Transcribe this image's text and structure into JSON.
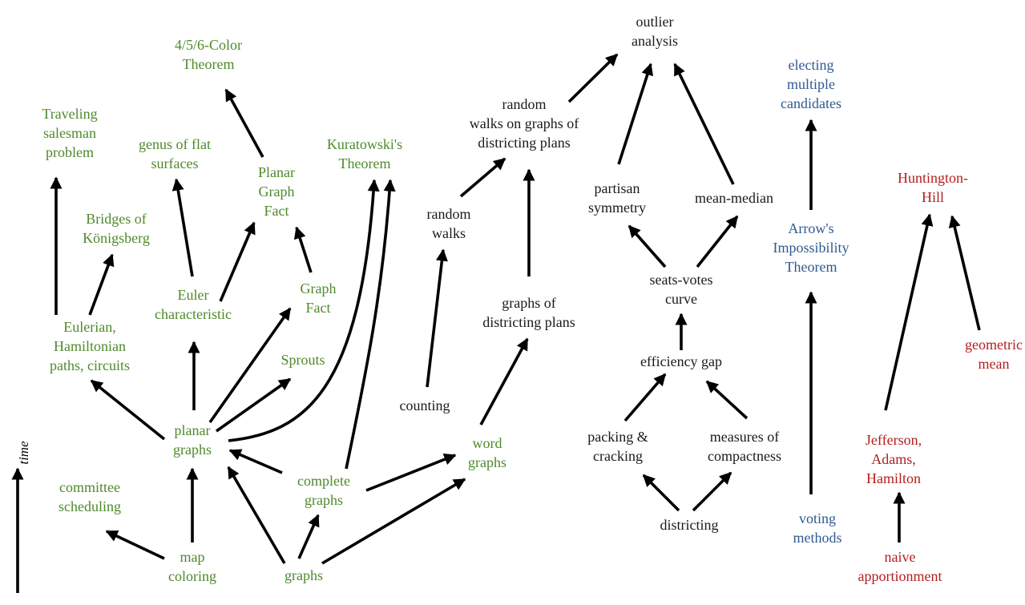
{
  "colors": {
    "graph_theory": "#4e8a2b",
    "districting": "#1a1a1a",
    "voting": "#2f5a8f",
    "apportionment": "#b31e1e",
    "arrow": "#000000"
  },
  "axis_label": "time",
  "nodes": {
    "four_color": "4/5/6-Color\nTheorem",
    "traveling_salesman": "Traveling\nsalesman\nproblem",
    "genus": "genus of flat\nsurfaces",
    "kuratowski": "Kuratowski's\nTheorem",
    "planar_graph_fact": "Planar\nGraph\nFact",
    "bridges": "Bridges of\nKönigsberg",
    "euler_char": "Euler\ncharacteristic",
    "graph_fact": "Graph\nFact",
    "eulerian": "Eulerian,\nHamiltonian\npaths, circuits",
    "sprouts": "Sprouts",
    "planar_graphs": "planar\ngraphs",
    "committee": "committee\nscheduling",
    "complete_graphs": "complete\ngraphs",
    "map_coloring": "map\ncoloring",
    "graphs": "graphs",
    "word_graphs": "word\ngraphs",
    "random_walks_plans": "random\nwalks on graphs of\ndistricting plans",
    "random_walks": "random\nwalks",
    "counting": "counting",
    "graphs_plans": "graphs of\ndistricting plans",
    "outlier": "outlier\nanalysis",
    "partisan": "partisan\nsymmetry",
    "mean_median": "mean-median",
    "seats_votes": "seats-votes\ncurve",
    "efficiency_gap": "efficiency gap",
    "packing": "packing &\ncracking",
    "compactness": "measures of\ncompactness",
    "districting": "districting",
    "electing": "electing\nmultiple\ncandidates",
    "arrow": "Arrow's\nImpossibility\nTheorem",
    "voting_methods": "voting\nmethods",
    "huntington": "Huntington-\nHill",
    "geometric": "geometric\nmean",
    "jefferson": "Jefferson,\nAdams,\nHamilton",
    "naive": "naive\napportionment"
  }
}
